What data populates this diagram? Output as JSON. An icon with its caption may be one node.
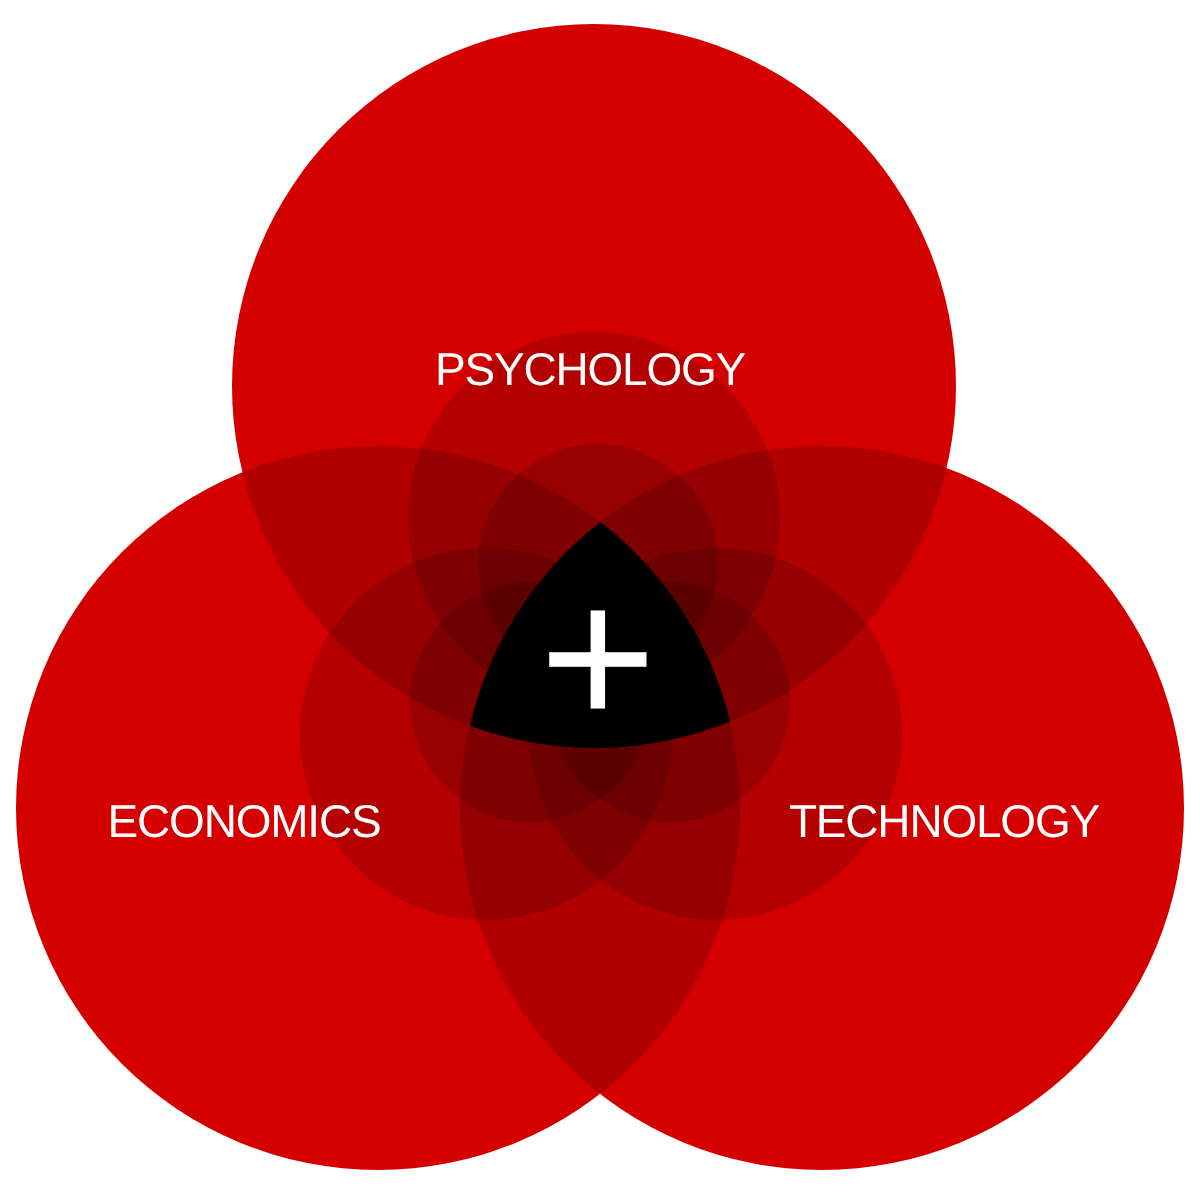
{
  "diagram": {
    "nodes": [
      {
        "text": [
          "PSYCHOLOGY"
        ]
      },
      {
        "text": [
          "ECONOMICS"
        ]
      },
      {
        "text": [
          "TECHNOLOGY"
        ]
      },
      {
        "text": [
          "+"
        ]
      }
    ]
  }
}
